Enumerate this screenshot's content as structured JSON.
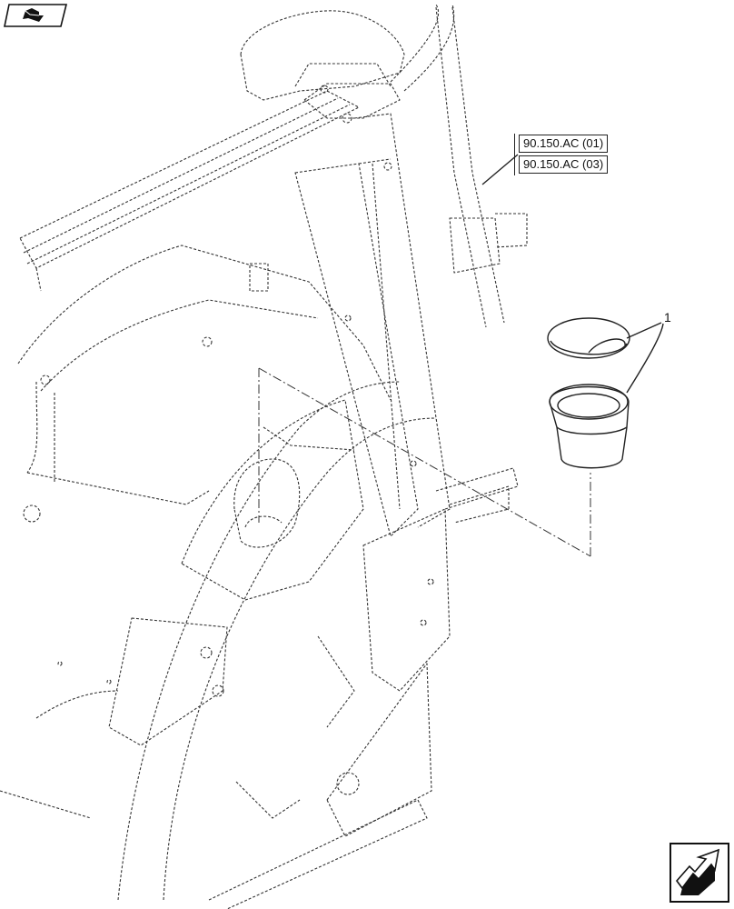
{
  "header": {
    "icon": "book-arrow-icon"
  },
  "references": [
    {
      "label": "90.150.AC (01)"
    },
    {
      "label": "90.150.AC (03)"
    }
  ],
  "callouts": [
    {
      "number": "1"
    }
  ],
  "footer": {
    "icon": "next-page-arrow-icon"
  },
  "colors": {
    "line": "#222222",
    "dashed": "#333333",
    "background": "#ffffff"
  }
}
